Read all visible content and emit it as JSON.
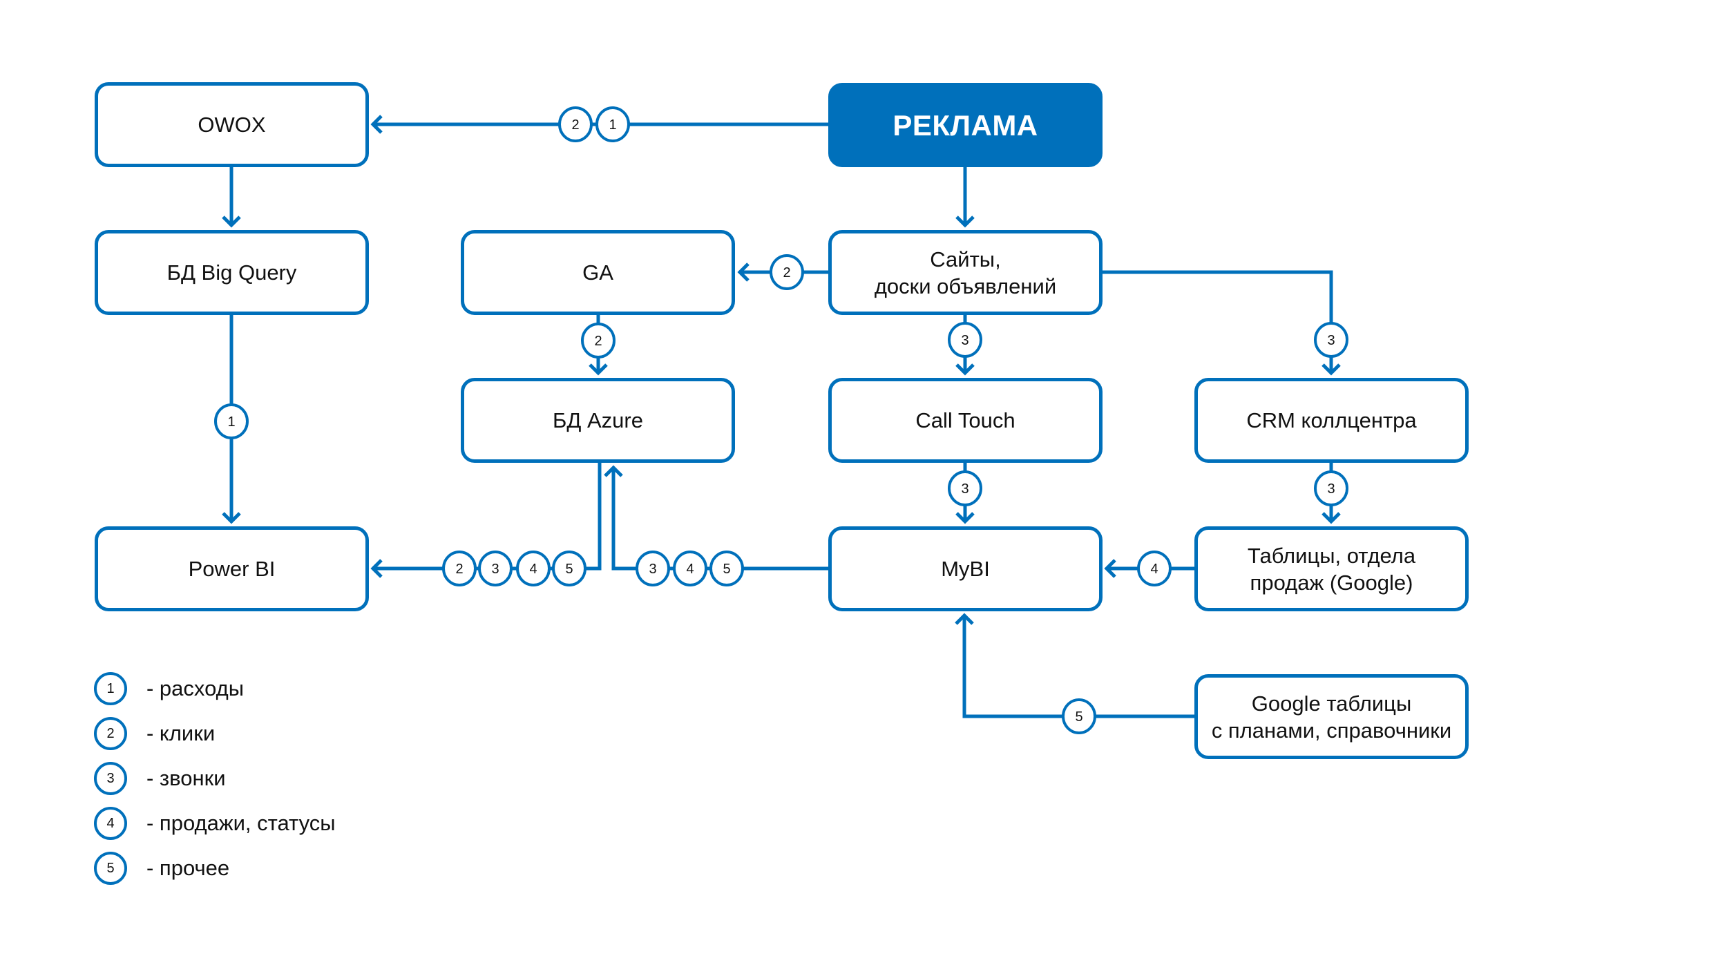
{
  "diagram": {
    "accent_color": "#0070BB",
    "nodes": {
      "owox": "OWOX",
      "reklama": "РЕКЛАМА",
      "bigquery": "БД Big Query",
      "ga": "GA",
      "sites": "Сайты,\nдоски объявлений",
      "azure": "БД Azure",
      "calltouch": "Call Touch",
      "crm": "CRM коллцентра",
      "powerbi": "Power BI",
      "mybi": "MyBI",
      "sales_tables": "Таблицы, отдела\nпродаж (Google)",
      "google_tables": "Google таблицы\nс планами, справочники"
    },
    "edges": [
      {
        "from": "reklama",
        "to": "owox",
        "labels": [
          "2",
          "1"
        ]
      },
      {
        "from": "reklama",
        "to": "sites",
        "labels": []
      },
      {
        "from": "owox",
        "to": "bigquery",
        "labels": []
      },
      {
        "from": "bigquery",
        "to": "powerbi",
        "labels": [
          "1"
        ]
      },
      {
        "from": "sites",
        "to": "ga",
        "labels": [
          "2"
        ]
      },
      {
        "from": "ga",
        "to": "azure",
        "labels": [
          "2"
        ]
      },
      {
        "from": "sites",
        "to": "calltouch",
        "labels": [
          "3"
        ]
      },
      {
        "from": "sites",
        "to": "crm",
        "labels": [
          "3"
        ]
      },
      {
        "from": "calltouch",
        "to": "mybi",
        "labels": [
          "3"
        ]
      },
      {
        "from": "crm",
        "to": "sales_tables",
        "labels": [
          "3"
        ]
      },
      {
        "from": "sales_tables",
        "to": "mybi",
        "labels": [
          "4"
        ]
      },
      {
        "from": "google_tables",
        "to": "mybi",
        "labels": [
          "5"
        ]
      },
      {
        "from": "mybi",
        "to": "azure",
        "labels": [
          "3",
          "4",
          "5"
        ]
      },
      {
        "from": "azure",
        "to": "powerbi",
        "labels": [
          "2",
          "3",
          "4",
          "5"
        ]
      }
    ]
  },
  "legend": [
    {
      "key": "1",
      "label": "- расходы"
    },
    {
      "key": "2",
      "label": "- клики"
    },
    {
      "key": "3",
      "label": "- звонки"
    },
    {
      "key": "4",
      "label": "- продажи, статусы"
    },
    {
      "key": "5",
      "label": "- прочее"
    }
  ]
}
